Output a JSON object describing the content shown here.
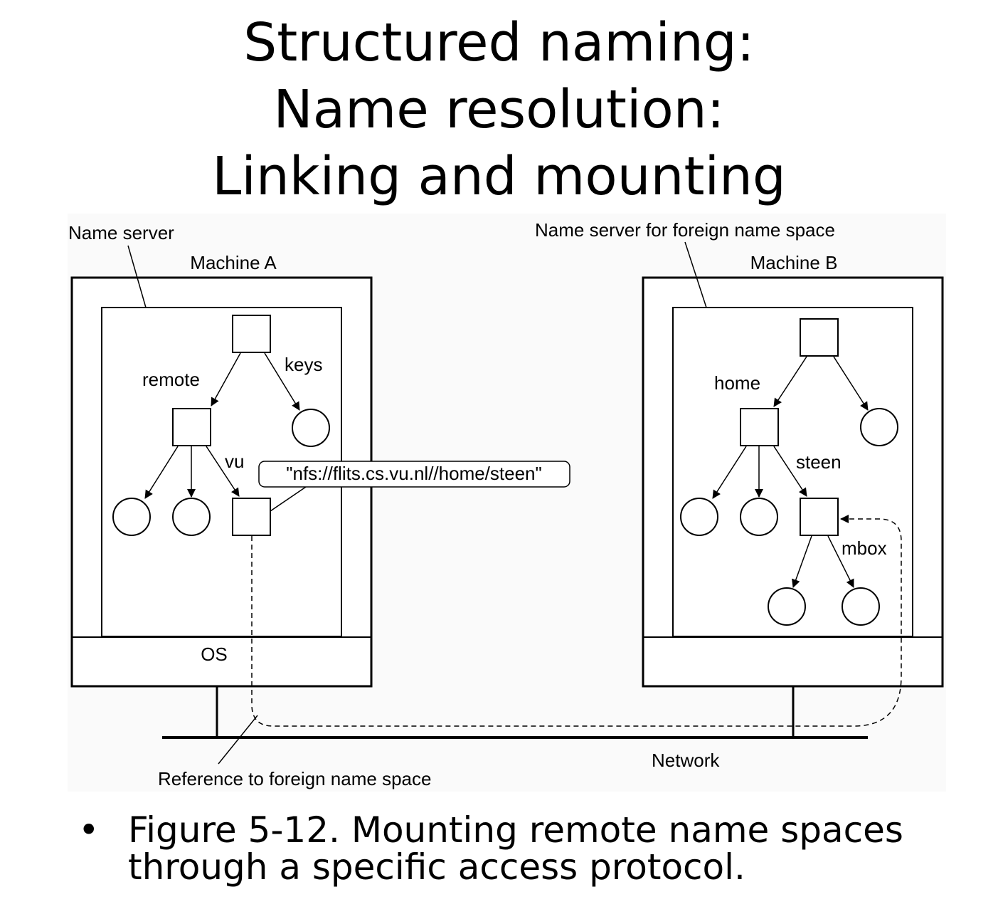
{
  "title": {
    "line1": "Structured naming:",
    "line2": "Name resolution:",
    "line3": "Linking and mounting"
  },
  "figure": {
    "name_server_label": "Name server",
    "machine_a_label": "Machine A",
    "name_server_foreign_label": "Name server for foreign name space",
    "machine_b_label": "Machine B",
    "edge_remote": "remote",
    "edge_keys": "keys",
    "edge_vu": "vu",
    "reference_string": "\"nfs://flits.cs.vu.nl//home/steen\"",
    "os_label": "OS",
    "edge_home": "home",
    "edge_steen": "steen",
    "edge_mbox": "mbox",
    "network_label": "Network",
    "reference_foreign_label": "Reference to foreign name space"
  },
  "bullet": {
    "symbol": "•",
    "text": "Figure 5-12. Mounting remote name spaces through a specific access protocol."
  }
}
